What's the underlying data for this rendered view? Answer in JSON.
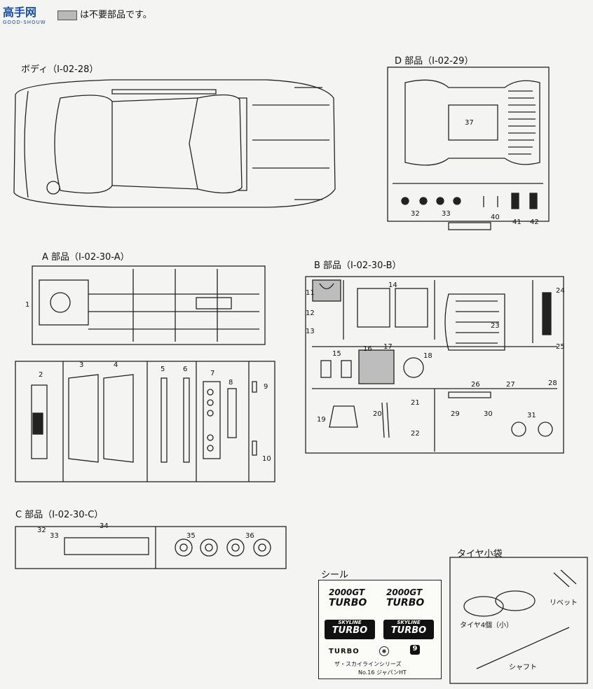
{
  "header": {
    "logo_main": "高手网",
    "logo_sub": "GOOD-SHOUW",
    "legend_text": "は不要部品です。"
  },
  "sections": {
    "body": "ボディ（I-02-28）",
    "d_parts": "D 部品（I-02-29）",
    "a_parts": "A 部品（I-02-30-A）",
    "b_parts": "B 部品（I-02-30-B）",
    "c_parts": "C 部品（I-02-30-C）",
    "seal": "シール",
    "tire_bag": "タイヤ小袋"
  },
  "tire_bag": {
    "rivet": "リベット",
    "tires": "タイヤ4個（小）",
    "shaft": "シャフト"
  },
  "seal": {
    "s1a": "2000GT",
    "s1b": "TURBO",
    "s2a": "2000GT",
    "s2b": "TURBO",
    "s3a": "SKYLINE",
    "s3b": "TURBO",
    "s4a": "SKYLINE",
    "s4b": "TURBO",
    "small1": "TURBO",
    "small2": "9",
    "series1": "ザ・スカイラインシリーズ",
    "series2": "No.16 ジャパンHT"
  },
  "part_numbers": {
    "d": [
      "37",
      "32",
      "33",
      "40",
      "41",
      "42"
    ],
    "a": [
      "1",
      "2",
      "3",
      "4",
      "5",
      "6",
      "7",
      "8",
      "9",
      "10"
    ],
    "b": [
      "11",
      "12",
      "13",
      "14",
      "15",
      "16",
      "17",
      "18",
      "19",
      "20",
      "21",
      "22",
      "23",
      "24",
      "25",
      "26",
      "27",
      "28",
      "29",
      "30",
      "31"
    ],
    "c": [
      "32",
      "33",
      "34",
      "35",
      "36"
    ]
  }
}
